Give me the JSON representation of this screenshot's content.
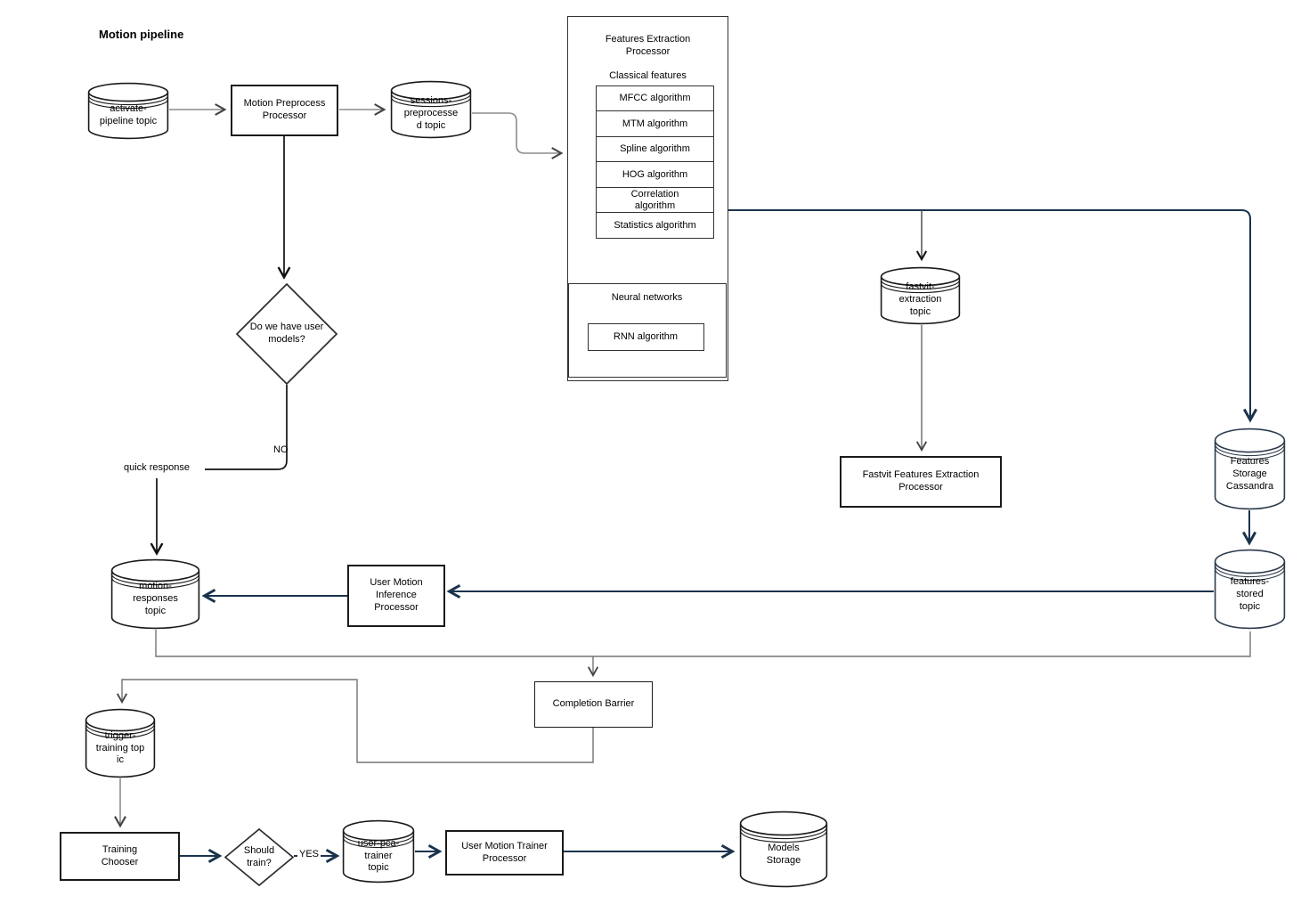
{
  "title": "Motion pipeline",
  "colors": {
    "navy": "#1a334d",
    "gray": "#8c8c8c",
    "black": "#111111"
  },
  "nodes": {
    "activate_topic": {
      "label": "activate-\npipeline topic"
    },
    "preprocess": {
      "label": "Motion Preprocess\nProcessor"
    },
    "sessions_topic": {
      "label": "sessions-\npreprocesse\nd topic"
    },
    "features_extraction": {
      "title": "Features Extraction\nProcessor",
      "classical_header": "Classical features",
      "classical_algorithms": [
        "MFCC algorithm",
        "MTM algorithm",
        "Spline algorithm",
        "HOG algorithm",
        "Correlation\nalgorithm",
        "Statistics algorithm"
      ],
      "neural_header": "Neural networks",
      "neural_algorithms": [
        "RNN algorithm"
      ]
    },
    "user_models_decision": {
      "label": "Do we have user\nmodels?"
    },
    "fastvit_topic": {
      "label": "fastvit-\nextraction\ntopic"
    },
    "fastvit_processor": {
      "label": "Fastvit Features Extraction\nProcessor"
    },
    "cassandra": {
      "label": "Features\nStorage\nCassandra"
    },
    "stored_topic": {
      "label": "features-\nstored\ntopic"
    },
    "motion_responses_topic": {
      "label": "motion-\nresponses\ntopic"
    },
    "umi": {
      "label": "User Motion\nInference\nProcessor"
    },
    "barrier": {
      "label": "Completion Barrier"
    },
    "trigger_topic": {
      "label": "trigger-\ntraining top\nic"
    },
    "chooser": {
      "label": "Training\nChooser"
    },
    "should_train_decision": {
      "label": "Should\ntrain?"
    },
    "pca_topic": {
      "label": "user-pca-\ntrainer\ntopic"
    },
    "trainer": {
      "label": "User Motion Trainer\nProcessor"
    },
    "models_storage": {
      "label": "Models\nStorage"
    }
  },
  "edge_labels": {
    "no": "NO",
    "yes": "YES",
    "quick_response": "quick response"
  }
}
